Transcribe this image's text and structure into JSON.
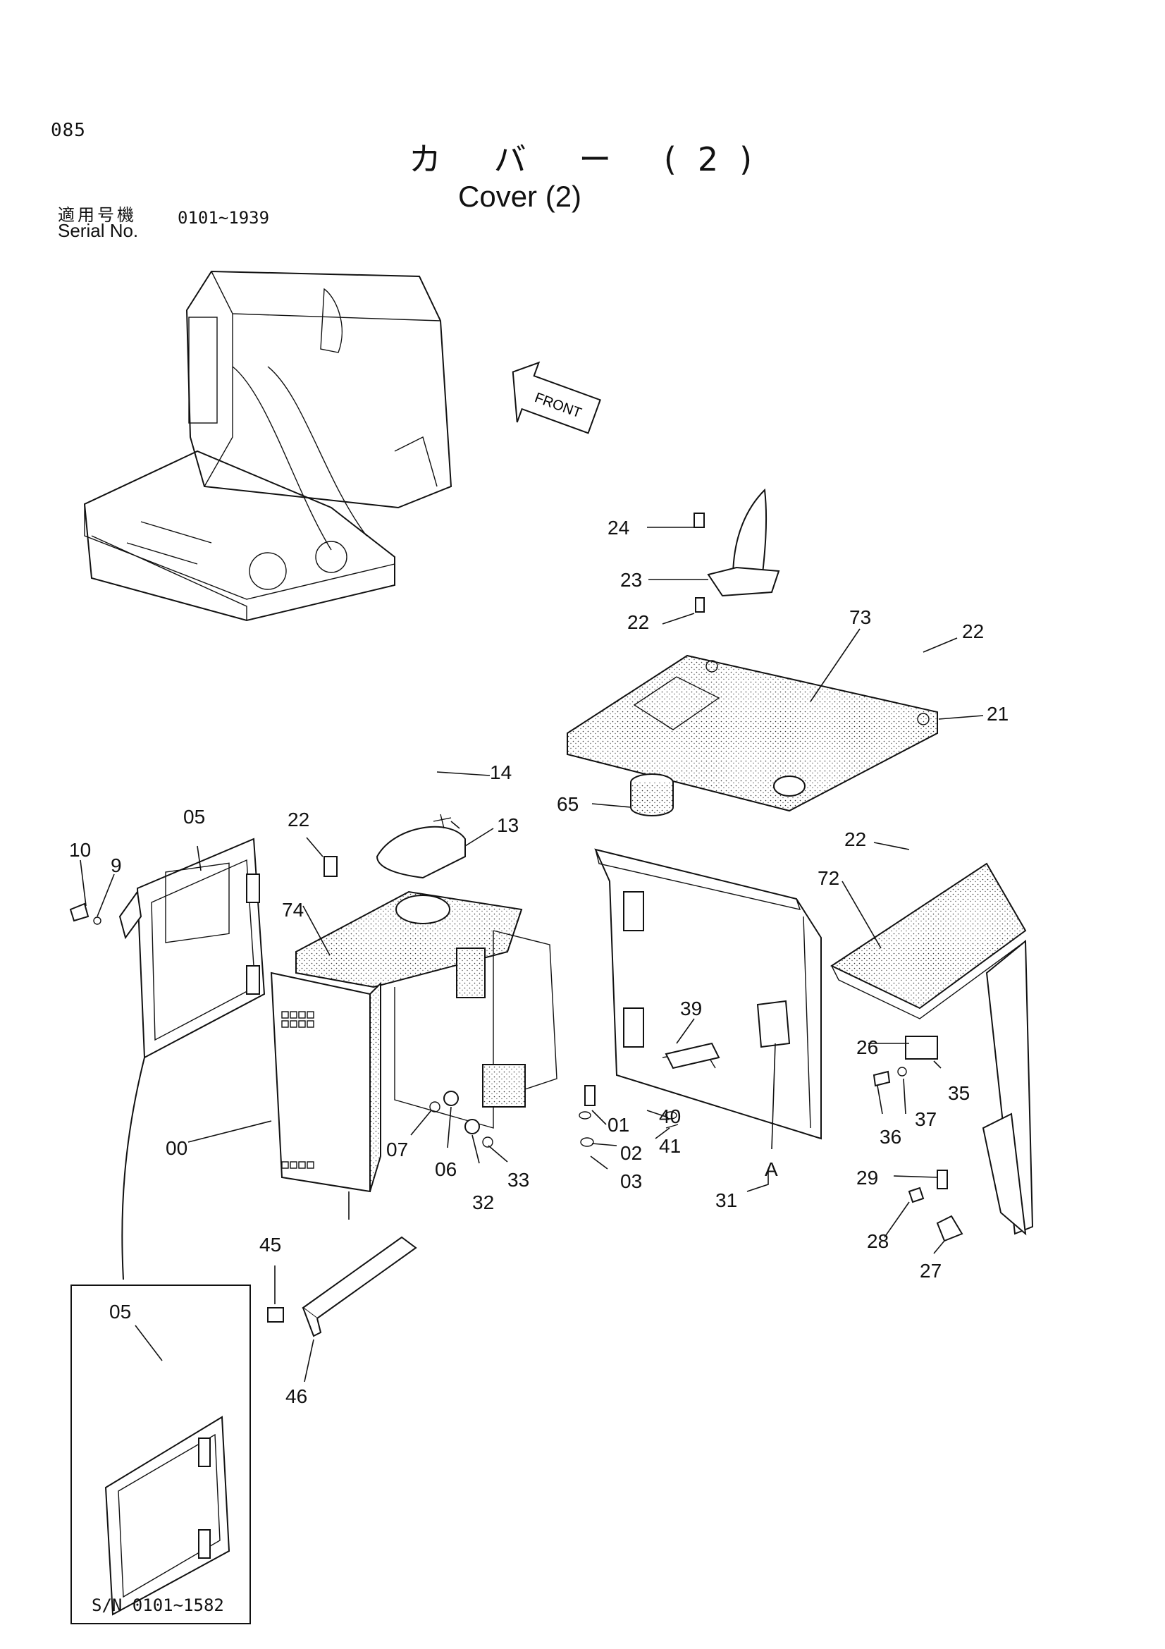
{
  "header": {
    "page_number": "085",
    "title_jp": "カ バ ー (2)",
    "title_en": "Cover (2)",
    "serial_label_jp": "適用号機",
    "serial_label_en": "Serial No.",
    "serial_range": "0101~1939"
  },
  "front_arrow": {
    "label": "FRONT"
  },
  "callouts": [
    "24",
    "23",
    "22",
    "73",
    "22",
    "21",
    "14",
    "13",
    "65",
    "05",
    "22",
    "10",
    "9",
    "74",
    "22",
    "72",
    "39",
    "01",
    "40",
    "02",
    "41",
    "03",
    "A",
    "31",
    "26",
    "35",
    "37",
    "36",
    "29",
    "28",
    "27",
    "00",
    "07",
    "06",
    "33",
    "32",
    "45",
    "46",
    "05"
  ],
  "inset": {
    "serial_note": "S/N  0101~1582"
  }
}
